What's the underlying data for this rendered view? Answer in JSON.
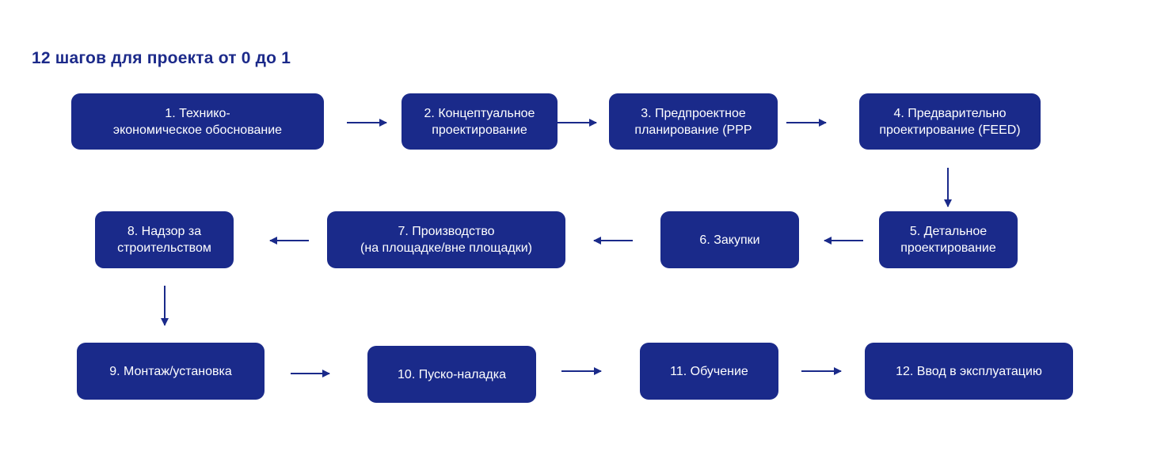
{
  "title": "12 шагов для проекта от 0 до 1",
  "colors": {
    "accent": "#1a2a8a",
    "background": "#ffffff"
  },
  "steps": [
    {
      "label": "1. Технико-\nэкономическое обоснование"
    },
    {
      "label": "2. Концептуальное\nпроектирование"
    },
    {
      "label": "3. Предпроектное\nпланирование (PPP"
    },
    {
      "label": "4. Предварительно\nпроектирование (FEED)"
    },
    {
      "label": "5. Детальное\nпроектирование"
    },
    {
      "label": "6. Закупки"
    },
    {
      "label": "7. Производство\n(на площадке/вне площадки)"
    },
    {
      "label": "8. Надзор за\nстроительством"
    },
    {
      "label": "9. Монтаж/установка"
    },
    {
      "label": "10. Пуско-наладка"
    },
    {
      "label": "11. Обучение"
    },
    {
      "label": "12. Ввод в эксплуатацию"
    }
  ]
}
